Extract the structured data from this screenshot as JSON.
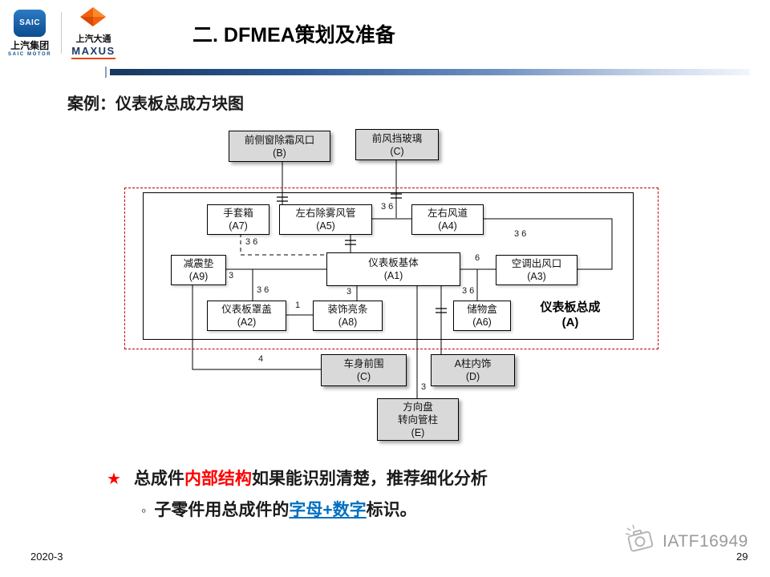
{
  "slide": {
    "title": "二. DFMEA策划及准备",
    "subtitle": "案例：仪表板总成方块图",
    "footer_left": "2020-3",
    "page_number": "29",
    "watermark": "IATF16949"
  },
  "logos": {
    "saic_emblem": "SAIC",
    "saic_name": "上汽集团",
    "saic_sub": "SAIC MOTOR",
    "maxus_name": "上汽大通",
    "maxus_sub": "MAXUS"
  },
  "diagram": {
    "blocks": {
      "b": {
        "name": "前侧窗除霜风口",
        "code": "(B)"
      },
      "windshield": {
        "name": "前风挡玻璃",
        "code": "(C)"
      },
      "a7": {
        "name": "手套箱",
        "code": "(A7)"
      },
      "a5": {
        "name": "左右除雾风管",
        "code": "(A5)"
      },
      "a4": {
        "name": "左右风道",
        "code": "(A4)"
      },
      "a9": {
        "name": "减震垫",
        "code": "(A9)"
      },
      "a1": {
        "name": "仪表板基体",
        "code": "(A1)"
      },
      "a3": {
        "name": "空调出风口",
        "code": "(A3)"
      },
      "a2": {
        "name": "仪表板罩盖",
        "code": "(A2)"
      },
      "a8": {
        "name": "装饰亮条",
        "code": "(A8)"
      },
      "a6": {
        "name": "储物盒",
        "code": "(A6)"
      },
      "body_front": {
        "name": "车身前围",
        "code": "(C)"
      },
      "a_pillar": {
        "name": "A柱内饰",
        "code": "(D)"
      },
      "steering": {
        "line1": "方向盘",
        "line2": "转向管柱",
        "code": "(E)"
      }
    },
    "assembly_label": {
      "line1": "仪表板总成",
      "line2": "(A)"
    },
    "labels": {
      "a5_a4": "3 6",
      "a4_a3": "3 6",
      "a7_a1": "3 6",
      "a9_a1": "3",
      "a2_a1": "3 6",
      "a2_a8": "1",
      "a1_a8": "3",
      "a1_a6": "3 6",
      "a1_a3": "6",
      "a9_body": "4",
      "a1_steering": "3"
    }
  },
  "notes": {
    "bullet1": {
      "marker": "★",
      "part1": "总成件",
      "highlight": "内部结构",
      "part2": "如果能识别清楚，推荐细化分析"
    },
    "bullet2": {
      "marker": "◦",
      "part1": "子零件用总成件的",
      "highlight": "字母+数字",
      "part2": "标识。"
    }
  },
  "colors": {
    "accent_red": "#FF0000",
    "link_blue": "#0070C0",
    "boundary_red": "#C00000",
    "bar_navy": "#17375E",
    "block_gray": "#D9D9D9"
  }
}
